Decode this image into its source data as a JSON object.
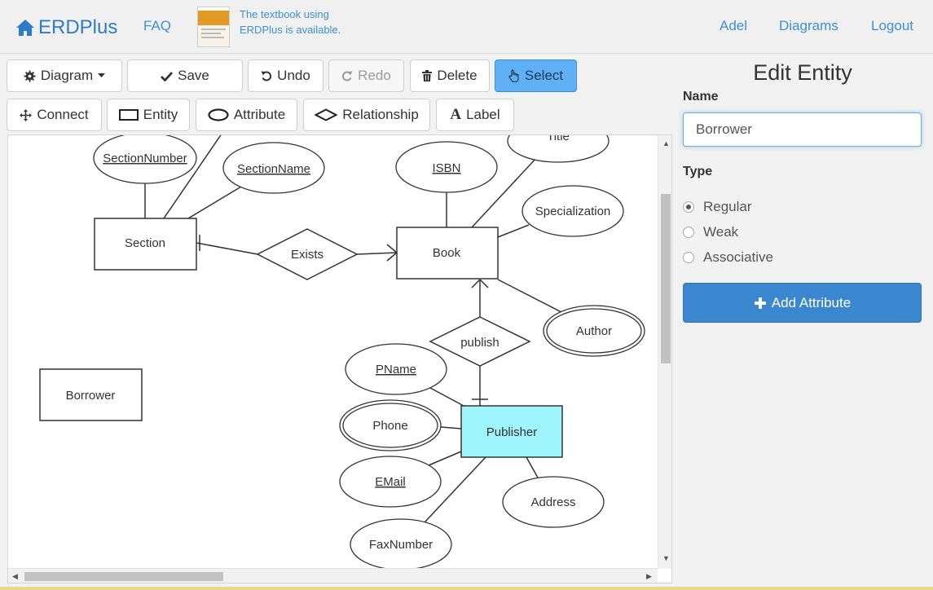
{
  "navbar": {
    "brand": "ERDPlus",
    "faq": "FAQ",
    "textbook_line1": "The textbook using",
    "textbook_line2": "ERDPlus is available.",
    "user": "Adel",
    "diagrams": "Diagrams",
    "logout": "Logout"
  },
  "toolbar": {
    "diagram": "Diagram",
    "save": "Save",
    "undo": "Undo",
    "redo": "Redo",
    "delete": "Delete",
    "select": "Select",
    "connect": "Connect",
    "entity": "Entity",
    "attribute": "Attribute",
    "relationship": "Relationship",
    "label": "Label"
  },
  "diagram": {
    "entities": {
      "section": "Section",
      "book": "Book",
      "borrower": "Borrower",
      "publisher": "Publisher"
    },
    "relationships": {
      "exists": "Exists",
      "publish": "publish"
    },
    "attributes": {
      "section_number": "SectionNumber",
      "section_name": "SectionName",
      "isbn": "ISBN",
      "title": "Title",
      "specialization": "Specialization",
      "author": "Author",
      "pname": "PName",
      "phone": "Phone",
      "email": "EMail",
      "address": "Address",
      "fax_number": "FaxNumber"
    },
    "selected_color": "#9ef5fb"
  },
  "panel": {
    "title": "Edit Entity",
    "name_label": "Name",
    "name_value": "Borrower",
    "type_label": "Type",
    "types": [
      "Regular",
      "Weak",
      "Associative"
    ],
    "selected_type": "Regular",
    "add_attribute": "Add Attribute"
  },
  "colors": {
    "brand": "#2f7bc9",
    "primary_button": "#3a87d0",
    "select_active": "#5fb0f4"
  }
}
